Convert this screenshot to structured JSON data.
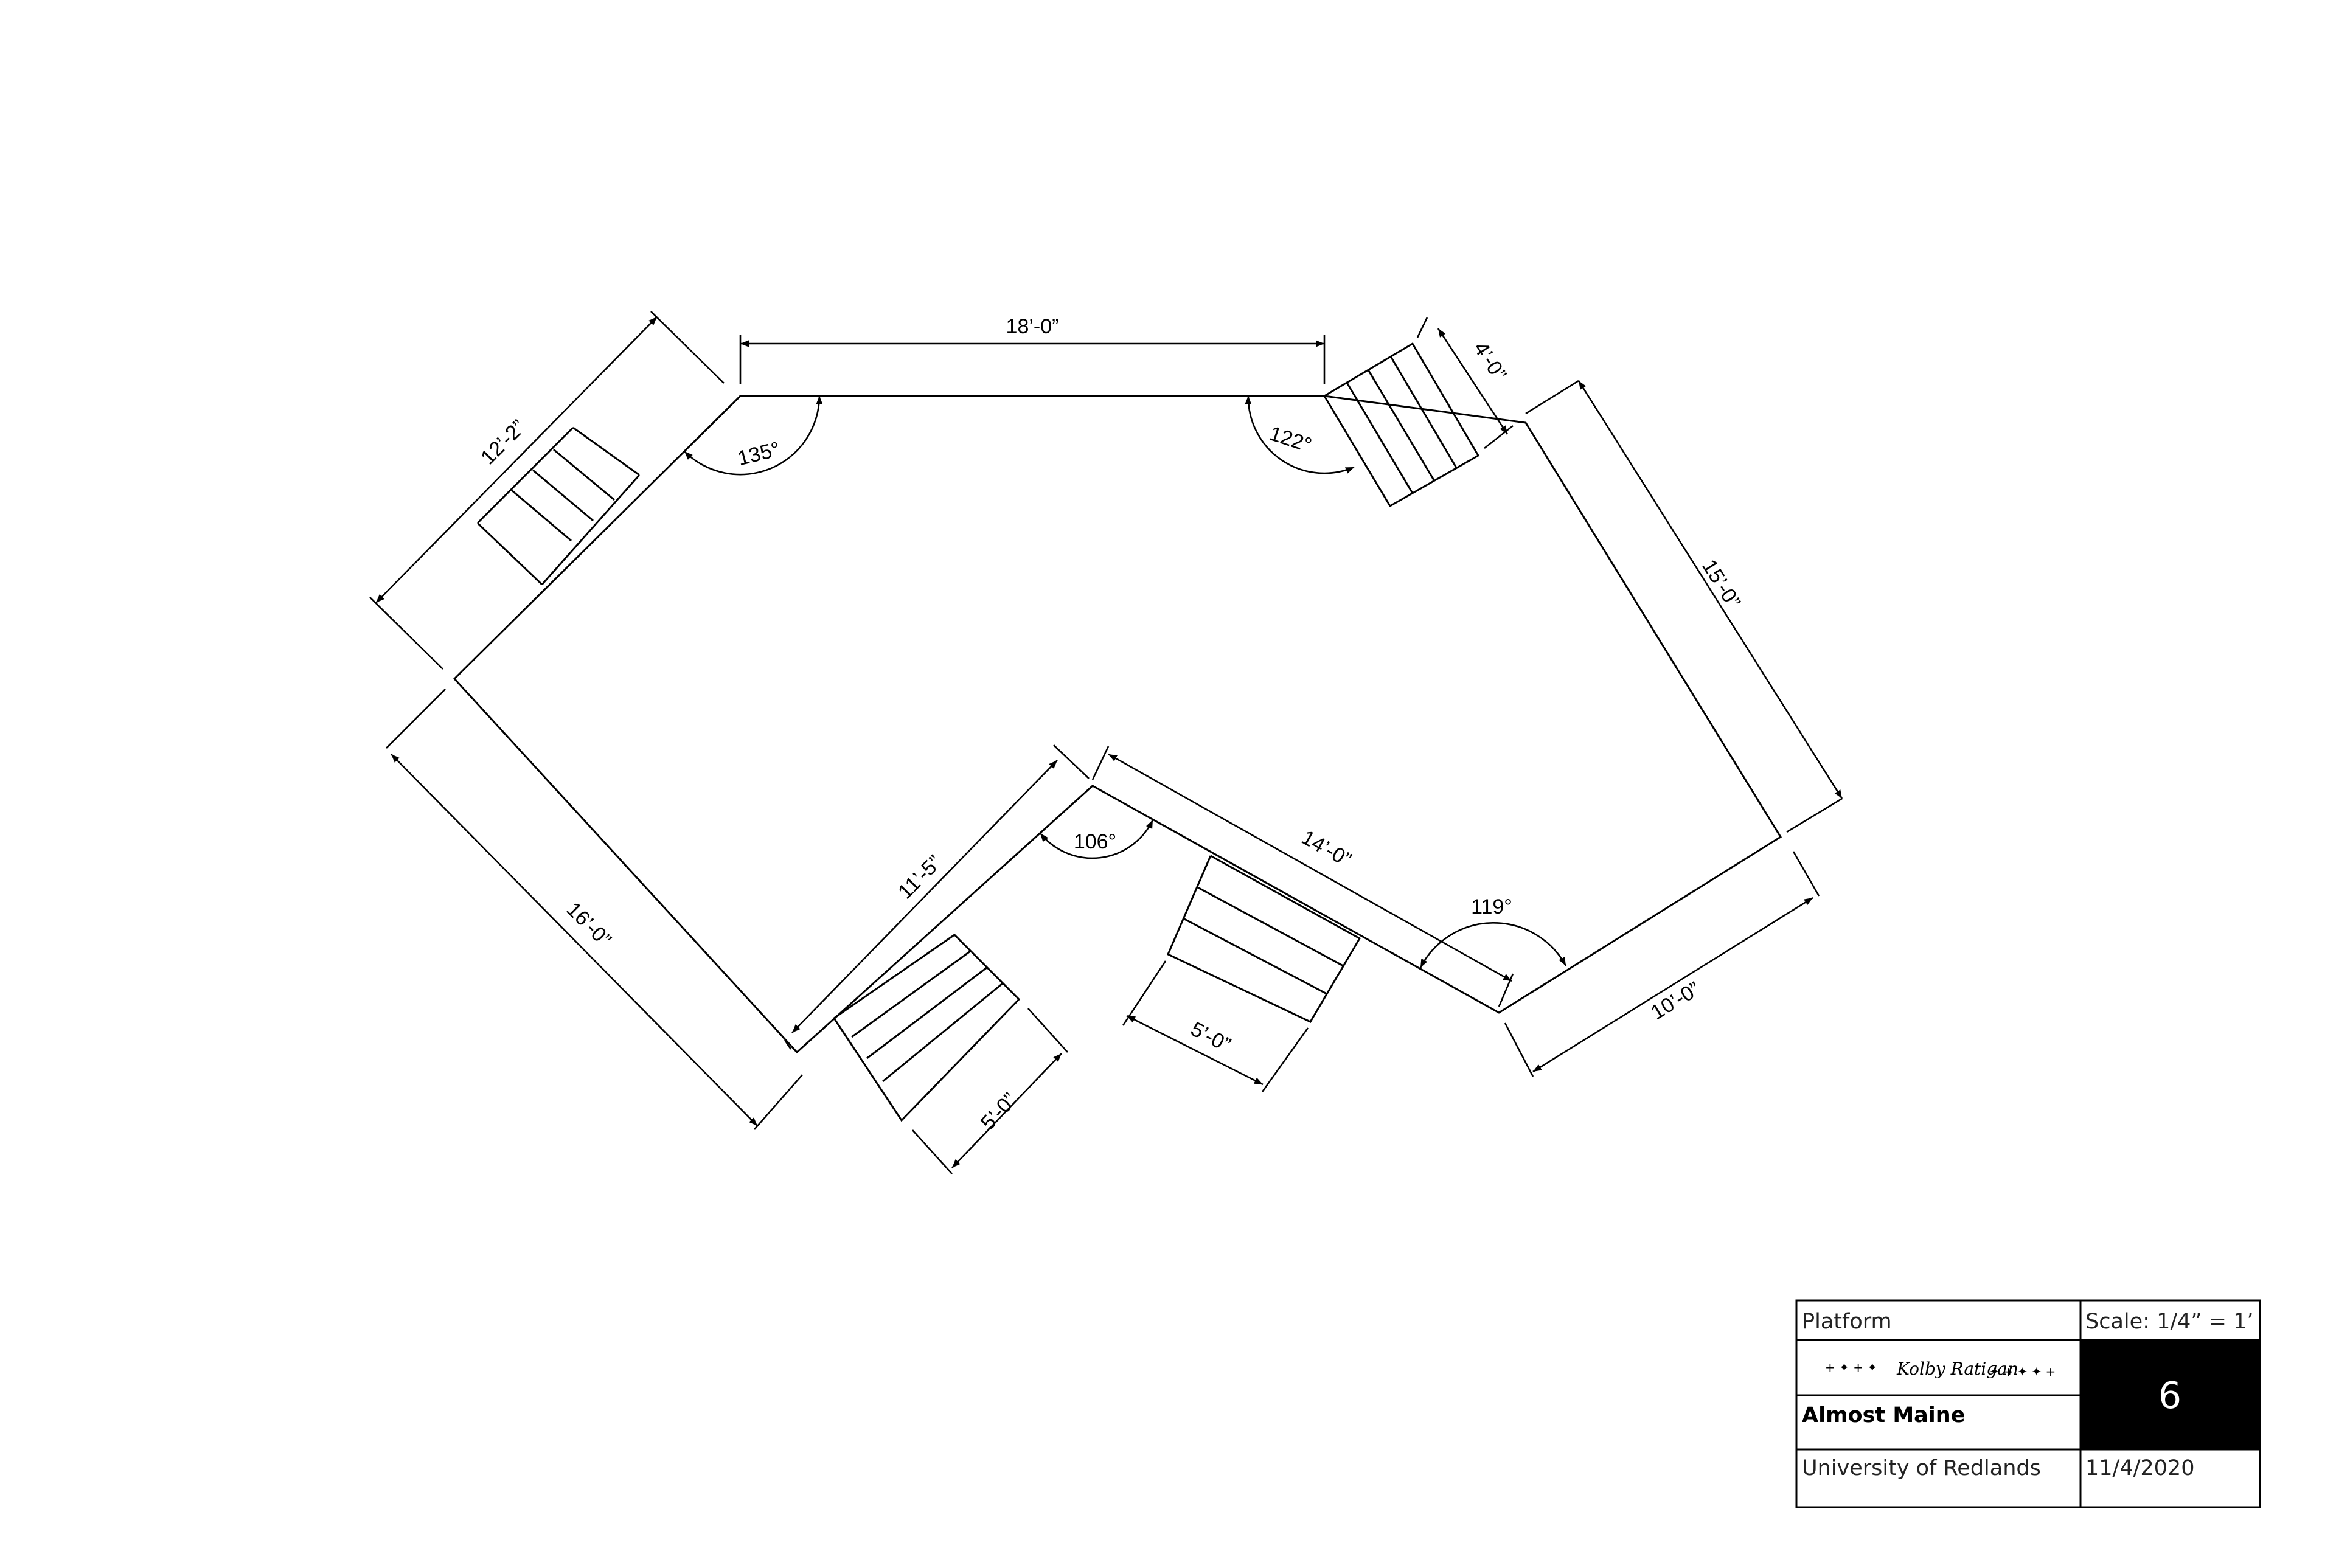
{
  "dimensions": {
    "top": "18’-0”",
    "upper_left": "12’-2”",
    "top_right_stair": "4’-0”",
    "right": "15’-0”",
    "lower_left": "16’-0”",
    "lower_middle": "11’-5”",
    "bottom_stair_left": "5’-0”",
    "middle": "14’-0”",
    "bottom_stair_mid": "5’-0”",
    "bottom_right": "10’-0”"
  },
  "angles": {
    "upper_left": "135°",
    "upper_right": "122°",
    "lower_middle": "106°",
    "lower_right": "119°"
  },
  "title_block": {
    "drawing_title": "Platform",
    "scale": "Scale: 1/4” = 1’",
    "signature": "Kolby Ratigan",
    "production": "Almost Maine",
    "sheet_number": "6",
    "organization": "University of Redlands",
    "date": "11/4/2020"
  }
}
